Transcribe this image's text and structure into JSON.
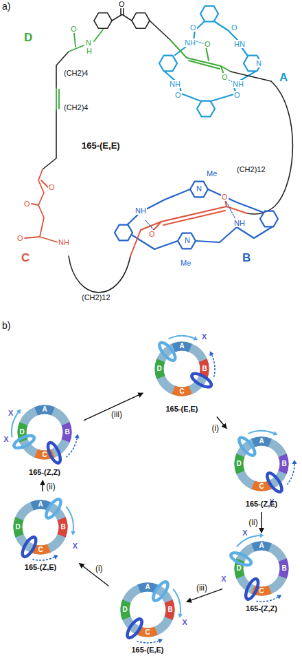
{
  "diagram": {
    "nodes": [
      {
        "text": [
          "A",
          "B",
          "C",
          "D",
          "X",
          "165-(E,E)"
        ]
      },
      {
        "text": [
          "A",
          "B",
          "C",
          "D",
          "X",
          "165-(Z,E)"
        ]
      },
      {
        "text": [
          "A",
          "B",
          "C",
          "D",
          "X",
          "X",
          "165-(Z,Z)"
        ]
      },
      {
        "text": [
          "A",
          "B",
          "C",
          "D",
          "X",
          "165-(E,E)"
        ]
      },
      {
        "text": [
          "A",
          "B",
          "C",
          "D",
          "X",
          "165-(Z,E)"
        ]
      },
      {
        "text": [
          "A",
          "B",
          "C",
          "D",
          "X",
          "X",
          "165-(Z,Z)"
        ]
      }
    ],
    "edges": [
      {
        "from": 0,
        "to": 1,
        "arrow": "to",
        "label": "(i)"
      },
      {
        "from": 1,
        "to": 2,
        "arrow": "to",
        "label": "(ii)"
      },
      {
        "from": 2,
        "to": 3,
        "arrow": "to",
        "label": "(iii)"
      },
      {
        "from": 3,
        "to": 4,
        "arrow": "to",
        "label": "(i)"
      },
      {
        "from": 4,
        "to": 5,
        "arrow": "to",
        "label": "(ii)"
      },
      {
        "from": 5,
        "to": 0,
        "arrow": "to",
        "label": "(iii)"
      }
    ],
    "labels": [
      "a)",
      "D",
      "A",
      "C",
      "B",
      "165-(E,E)",
      "(CH2)4",
      "(CH2)4",
      "(CH2)12",
      "(CH2)12",
      "O",
      "O",
      "N",
      "H",
      "O",
      "O",
      "O",
      "NH",
      "O",
      "O",
      "NH",
      "HN",
      "N",
      "NH",
      "NH",
      "O",
      "O",
      "O",
      "O",
      "Me",
      "N",
      "O",
      "O",
      "NH",
      "NH",
      "N",
      "Me",
      "b)"
    ]
  }
}
